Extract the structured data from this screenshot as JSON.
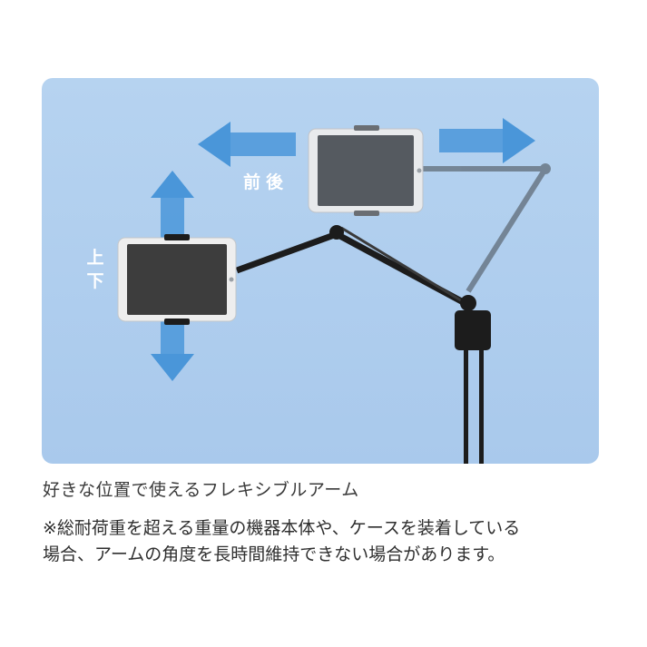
{
  "panel": {
    "label_front_back": "前後",
    "label_up": "上",
    "label_down": "下",
    "colors": {
      "background": "#b0cfee",
      "arrow": "#4a96d9",
      "stand": "#1c1c1c",
      "tablet_screen": "#3d3d3d",
      "tablet_frame": "#eeeeee"
    }
  },
  "caption": "好きな位置で使えるフレキシブルアーム",
  "note": {
    "line1": "※総耐荷重を超える重量の機器本体や、ケースを装着している",
    "line2": "場合、アームの角度を長時間維持できない場合があります。"
  }
}
